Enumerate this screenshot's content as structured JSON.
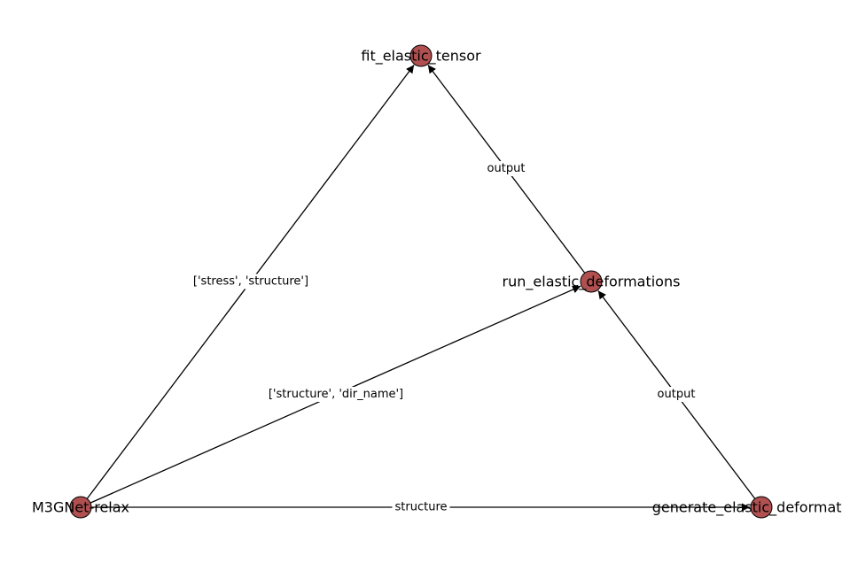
{
  "graph": {
    "nodes": [
      {
        "id": "fit",
        "label": "fit_elastic_tensor"
      },
      {
        "id": "run",
        "label": "run_elastic_deformations"
      },
      {
        "id": "relax",
        "label": "M3GNet-relax"
      },
      {
        "id": "gen",
        "label": "generate_elastic_deformations"
      }
    ],
    "edges": [
      {
        "source": "relax",
        "target": "fit",
        "label": "['stress', 'structure']"
      },
      {
        "source": "run",
        "target": "fit",
        "label": "output"
      },
      {
        "source": "relax",
        "target": "run",
        "label": "['structure', 'dir_name']"
      },
      {
        "source": "gen",
        "target": "run",
        "label": "output"
      },
      {
        "source": "relax",
        "target": "gen",
        "label": "structure"
      }
    ],
    "colors": {
      "node_fill": "#b05050",
      "edge": "#000000"
    }
  }
}
